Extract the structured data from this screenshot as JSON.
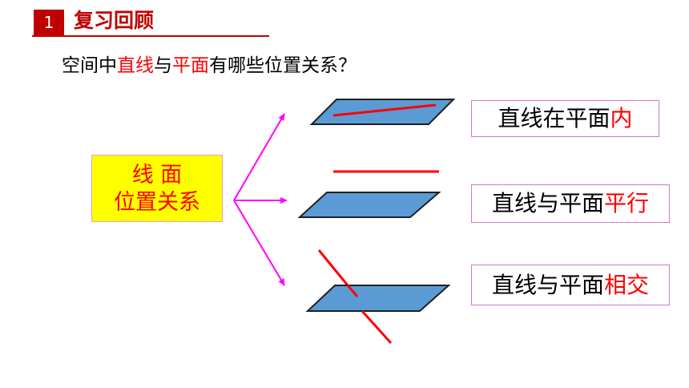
{
  "header": {
    "number": "1",
    "title": "复习回顾"
  },
  "question": {
    "part1": "空间中",
    "part2": "直线",
    "part3": "与",
    "part4": "平面",
    "part5": "有哪些位置关系？"
  },
  "center_box": {
    "line1": "线 面",
    "line2": "位置关系"
  },
  "results": [
    {
      "prefix": "直线在平面",
      "highlight": "内"
    },
    {
      "prefix": "直线与平面",
      "highlight": "平行"
    },
    {
      "prefix": "直线与平面",
      "highlight": "相交"
    }
  ],
  "colors": {
    "accent_red": "#c00000",
    "highlight_red": "#ff0000",
    "box_yellow": "#ffff00",
    "arrow_magenta": "#ff00ff",
    "plane_blue": "#5b9bd5"
  }
}
